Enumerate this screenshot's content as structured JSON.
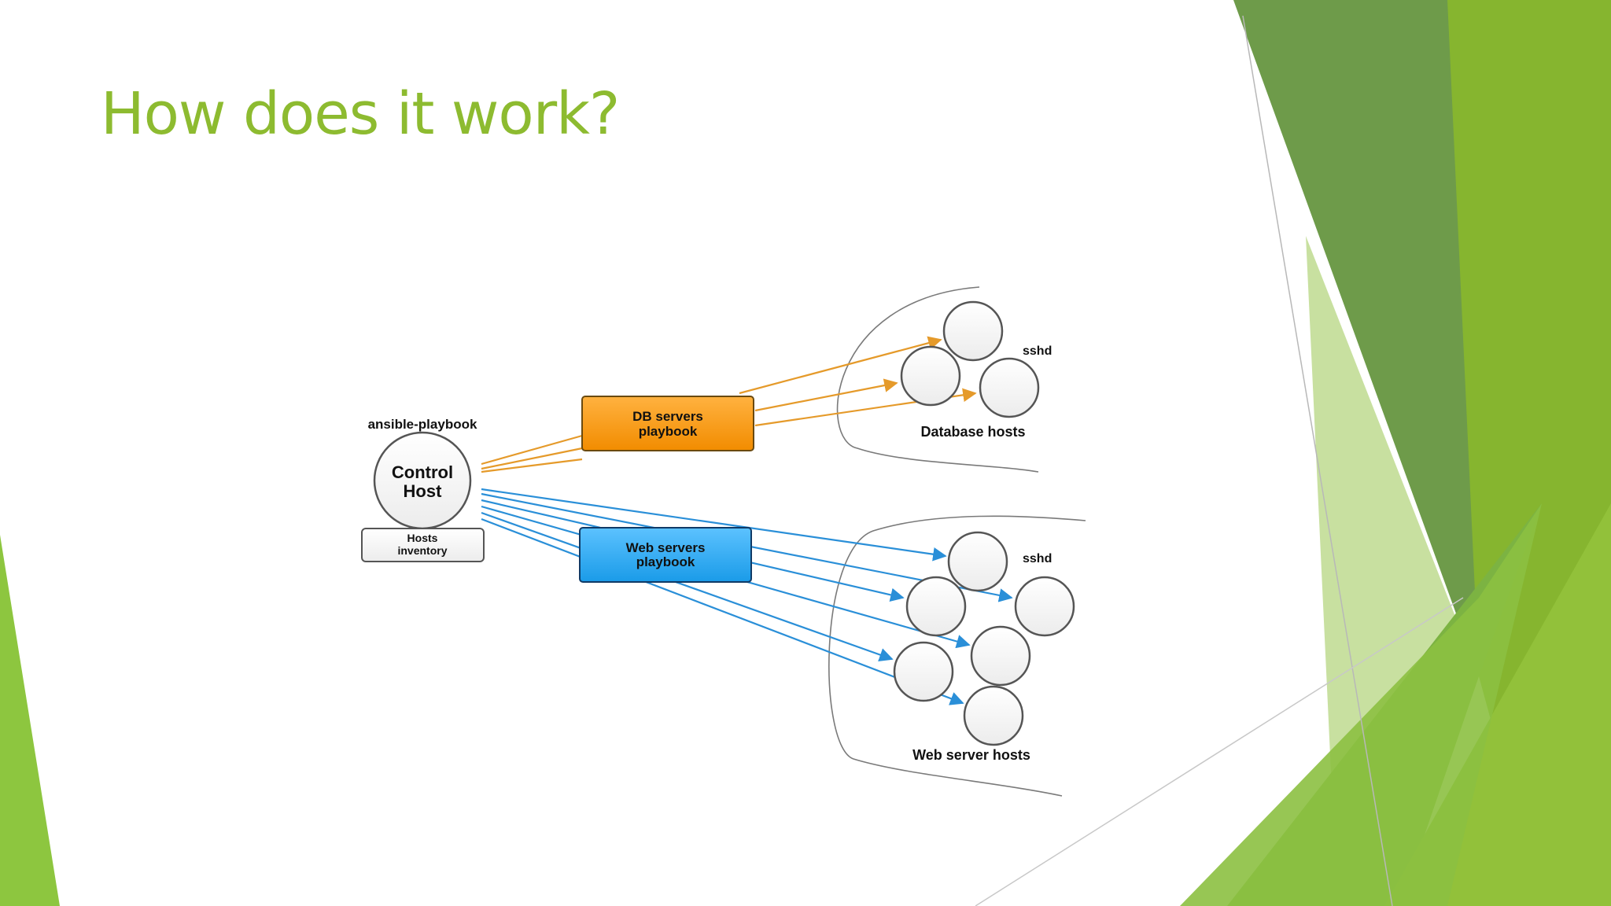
{
  "slide": {
    "title": "How does it work?"
  },
  "diagram": {
    "control_host": {
      "caption": "ansible-playbook",
      "label_line1": "Control",
      "label_line2": "Host"
    },
    "hosts_inventory": {
      "line1": "Hosts",
      "line2": "inventory"
    },
    "db_playbook": {
      "line1": "DB servers",
      "line2": "playbook"
    },
    "web_playbook": {
      "line1": "Web servers",
      "line2": "playbook"
    },
    "database_group": {
      "label": "Database hosts",
      "service": "sshd"
    },
    "web_group": {
      "label": "Web server hosts",
      "service": "sshd"
    }
  },
  "colors": {
    "title": "#8dbb30",
    "db_arrow": "#e59a2a",
    "web_arrow": "#2a8fd8",
    "accent_green": "#8dc63f",
    "dark_green": "#6e9b4a"
  }
}
